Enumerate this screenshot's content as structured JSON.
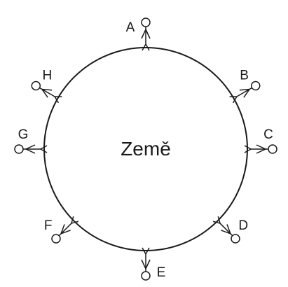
{
  "diagram": {
    "center_label": "Země",
    "figures": [
      {
        "label": "A",
        "angle_deg": 0
      },
      {
        "label": "B",
        "angle_deg": 60
      },
      {
        "label": "C",
        "angle_deg": 90
      },
      {
        "label": "D",
        "angle_deg": 135
      },
      {
        "label": "E",
        "angle_deg": 180
      },
      {
        "label": "F",
        "angle_deg": 225
      },
      {
        "label": "G",
        "angle_deg": 270
      },
      {
        "label": "H",
        "angle_deg": 300
      }
    ]
  }
}
